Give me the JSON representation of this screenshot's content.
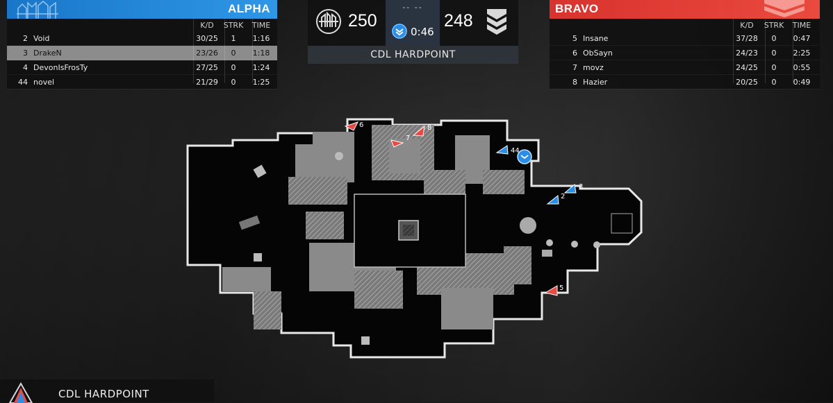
{
  "alpha": {
    "name": "ALPHA",
    "color": "#1f84d8",
    "headers": {
      "kd": "K/D",
      "strk": "STRK",
      "time": "TIME"
    },
    "players": [
      {
        "num": "2",
        "name": "Void",
        "kd": "30/25",
        "strk": "1",
        "time": "1:16"
      },
      {
        "num": "3",
        "name": "DrakeN",
        "kd": "23/26",
        "strk": "0",
        "time": "1:18"
      },
      {
        "num": "4",
        "name": "DevonIsFrosTy",
        "kd": "27/25",
        "strk": "0",
        "time": "1:24"
      },
      {
        "num": "44",
        "name": "novel",
        "kd": "21/29",
        "strk": "0",
        "time": "1:25"
      }
    ]
  },
  "bravo": {
    "name": "BRAVO",
    "color": "#de3a33",
    "headers": {
      "kd": "K/D",
      "strk": "STRK",
      "time": "TIME"
    },
    "players": [
      {
        "num": "5",
        "name": "Insane",
        "kd": "37/28",
        "strk": "0",
        "time": "0:47"
      },
      {
        "num": "6",
        "name": "ObSayn",
        "kd": "24/23",
        "strk": "0",
        "time": "2:25"
      },
      {
        "num": "7",
        "name": "movz",
        "kd": "24/25",
        "strk": "0",
        "time": "0:55"
      },
      {
        "num": "8",
        "name": "Hazier",
        "kd": "20/25",
        "strk": "0",
        "time": "0:49"
      }
    ]
  },
  "scoreboard": {
    "alpha_score": "250",
    "bravo_score": "248",
    "dashes": "-- --",
    "timer": "0:46",
    "mode": "CDL HARDPOINT"
  },
  "minimap": {
    "markers": [
      {
        "label": "6",
        "team": "bravo"
      },
      {
        "label": "7",
        "team": "bravo"
      },
      {
        "label": "8",
        "team": "bravo"
      },
      {
        "label": "44",
        "team": "alpha"
      },
      {
        "label": "3",
        "team": "alpha"
      },
      {
        "label": "2",
        "team": "alpha"
      },
      {
        "label": "5",
        "team": "bravo"
      }
    ]
  },
  "bottom": {
    "mode": "CDL HARDPOINT"
  },
  "icons": {
    "alpha_logo": "skyline-logo-icon",
    "bravo_logo": "chevron-shield-icon",
    "hardpoint": "hardpoint-chevron-icon"
  }
}
